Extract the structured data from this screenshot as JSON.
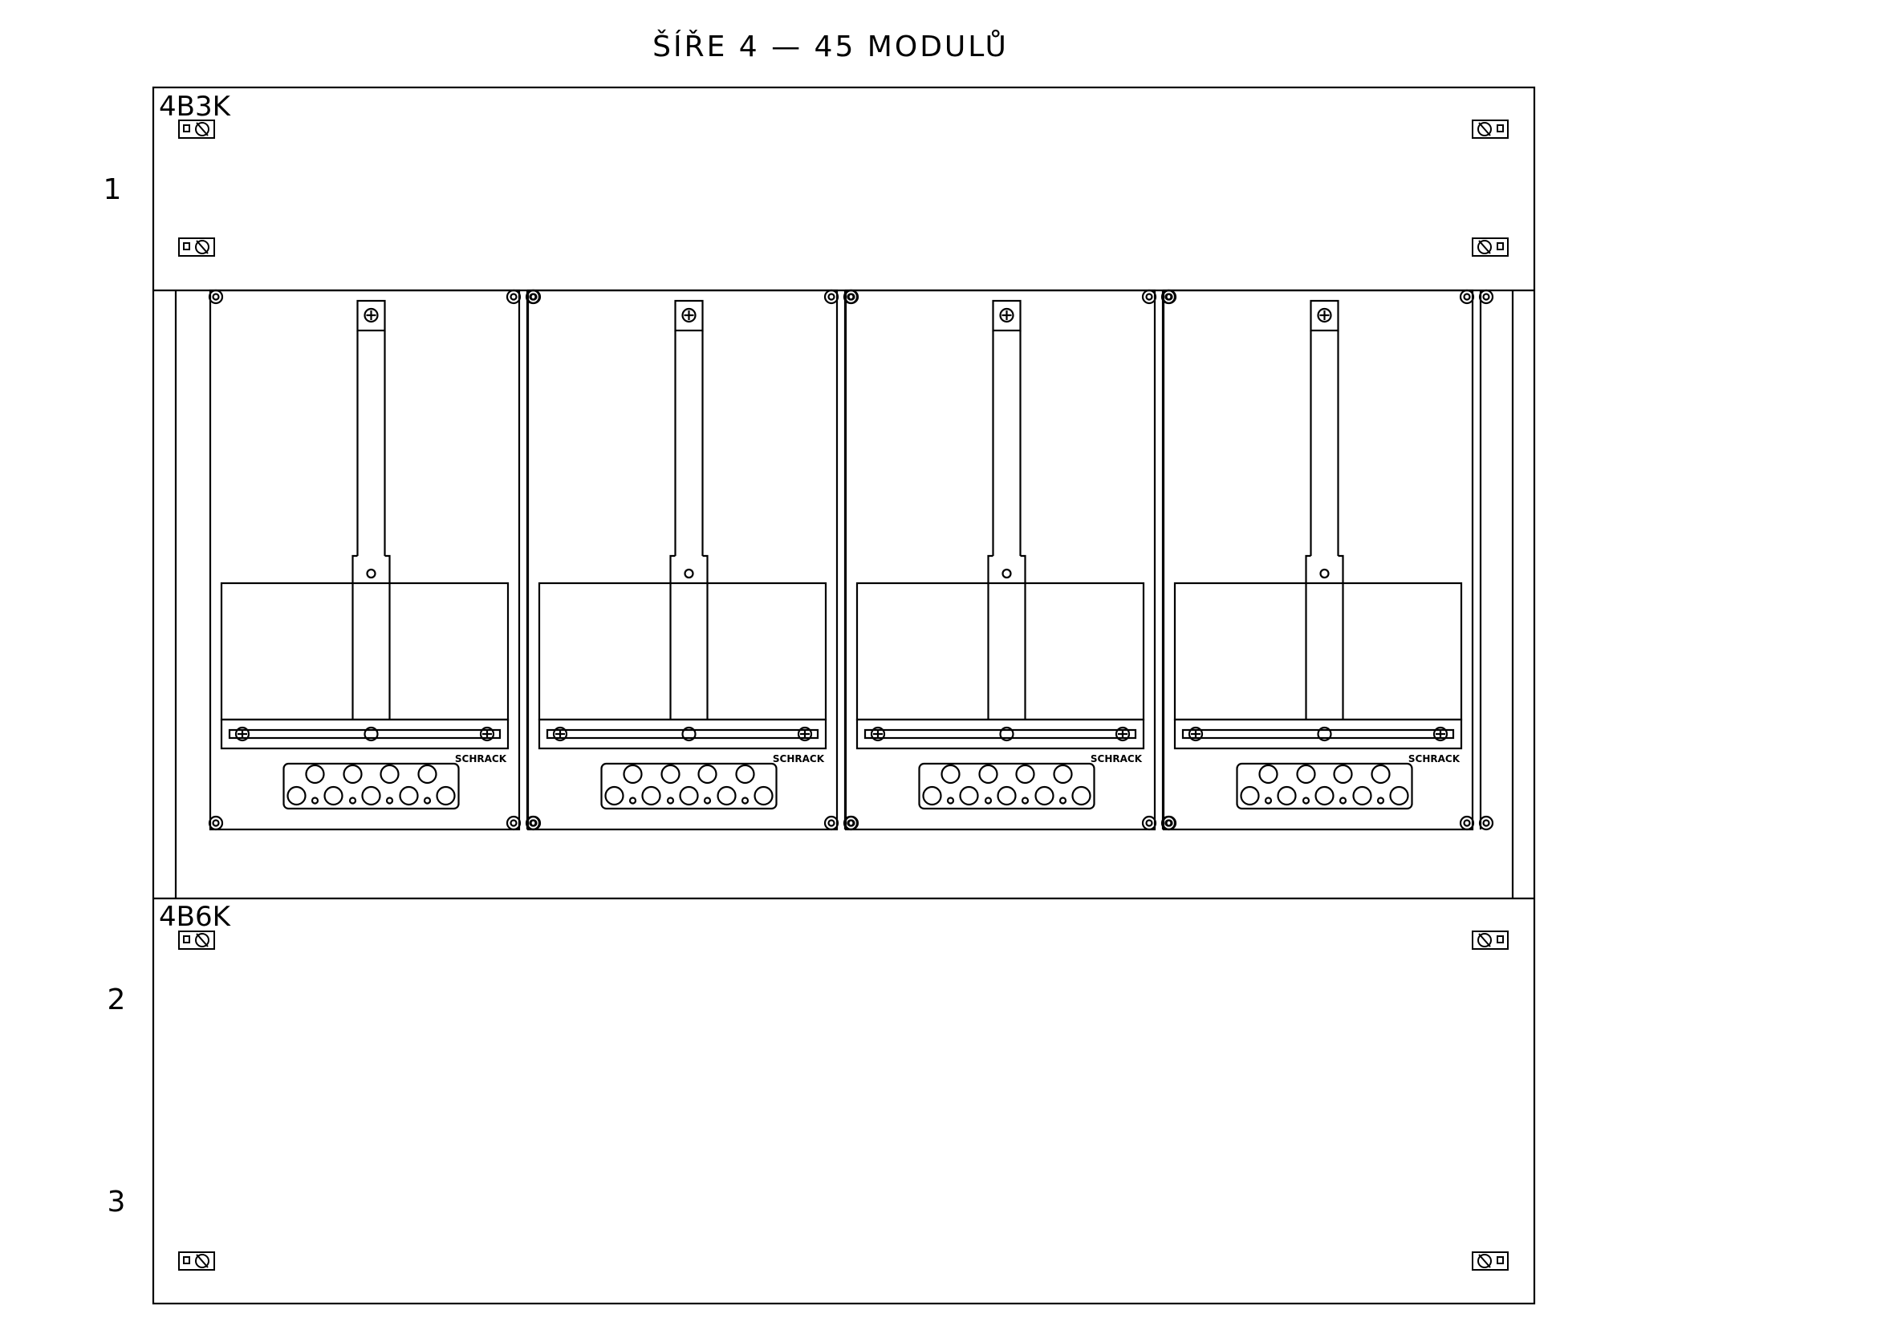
{
  "title": "ŠÍŘE 4 — 45 MODULŮ",
  "rows": [
    {
      "label": "1",
      "panel_code": "4B3K"
    },
    {
      "label": "2",
      "panel_code": "4B6K"
    },
    {
      "label": "3"
    }
  ],
  "meter_modules": [
    {
      "brand": "SCHRACK"
    },
    {
      "brand": "SCHRACK"
    },
    {
      "brand": "SCHRACK"
    },
    {
      "brand": "SCHRACK"
    }
  ]
}
